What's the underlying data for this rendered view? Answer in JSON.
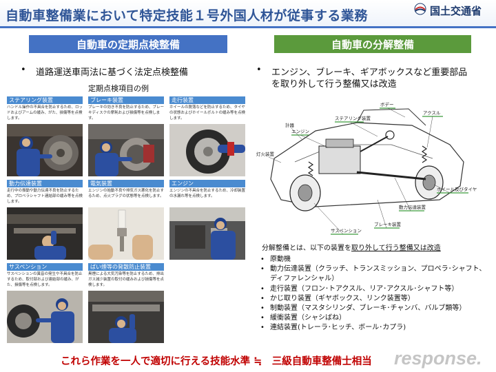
{
  "header": {
    "title": "自動車整備業において特定技能１号外国人材が従事する業務",
    "ministry": "国土交通省"
  },
  "left": {
    "heading": "自動車の定期点検整備",
    "bullet": "道路運送車両法に基づく法定点検整備",
    "caption": "定期点検項目の例",
    "cards": [
      {
        "title": "ステアリング装置",
        "desc": "ハンドル操作の不具合を防止するため、ロッドおよびアームの緩み、がた、損傷等を点検します。"
      },
      {
        "title": "ブレーキ装置",
        "desc": "ブレーキの効き不良を防止するため、ブレーキディスクの摩耗および損傷等を点検します。"
      },
      {
        "title": "走行装置",
        "desc": "ホイールの脱落などを防止するため、タイヤの状態およびホイールボルトの緩み等を点検します。"
      },
      {
        "title": "動力伝達装置",
        "desc": "走行中の振動や動力伝達不良を防止するため、プロペラシャフト連結部の緩み等を点検します。"
      },
      {
        "title": "電気装置",
        "desc": "エンジンの始動不良や排気ガス悪化を防止するため、点火プラグの状態等を点検します。"
      },
      {
        "title": "エンジン",
        "desc": "エンジンの不具合を防止するため、冷却装置の水漏れ等を点検します。"
      },
      {
        "title": "サスペンション",
        "desc": "サスペンションの異音の発生や不具合を防止するため、取付部および連結部の緩み、がた、損傷等を点検します。"
      },
      {
        "title": "ばい煙等の発散防止装置",
        "desc": "黒煙による大気汚染等を防止するため、排出ガス減少装置の取付の緩みおよび損傷等を点検します。"
      }
    ]
  },
  "right": {
    "heading": "自動車の分解整備",
    "bullet_line1": "エンジン、ブレーキ、ギアボックスなど重要部品",
    "bullet_line2": "を取り外して行う整備又は改造",
    "diagram_labels": {
      "body": "ボデー",
      "steering": "ステアリング装置",
      "axle": "アクスル",
      "engine": "エンジン",
      "gauges": "計器",
      "lights": "灯火装置",
      "wheel": "ホイール及びタイヤ",
      "drivetrain": "動力伝達装置",
      "brake": "ブレーキ装置",
      "suspension": "サスペンション"
    },
    "definition_pre": "分解整備とは、以下の装置を",
    "definition_under": "取り外して行う整備又は改造",
    "list": [
      "原動機",
      "動力伝達装置（クラッチ、トランスミッション、プロペラ･シャフト、",
      "ディファレンシャル）",
      "走行装置（フロン･トアクスル、リア･アクスル･シャフト等）",
      "かじ取り装置（ギヤボックス、リンク装置等）",
      "制動装置（マスタシリンダ、ブレーキ･チャンバ、バルブ類等）",
      "緩衝装置（シャシばね）",
      "連結装置(トレーラ･ヒッチ、ボール･カプラ)"
    ]
  },
  "footer": {
    "note": "これら作業を一人で適切に行える技能水準 ≒　三級自動車整備士相当",
    "watermark": "response."
  },
  "colors": {
    "title": "#2f5597",
    "left_heading_bg": "#4472c4",
    "right_heading_bg": "#5b9a3c",
    "card_header_bg": "#4a8bd0",
    "footer_text": "#c00000"
  },
  "icons": {
    "ministry_logo": "mlit-logo-icon"
  }
}
